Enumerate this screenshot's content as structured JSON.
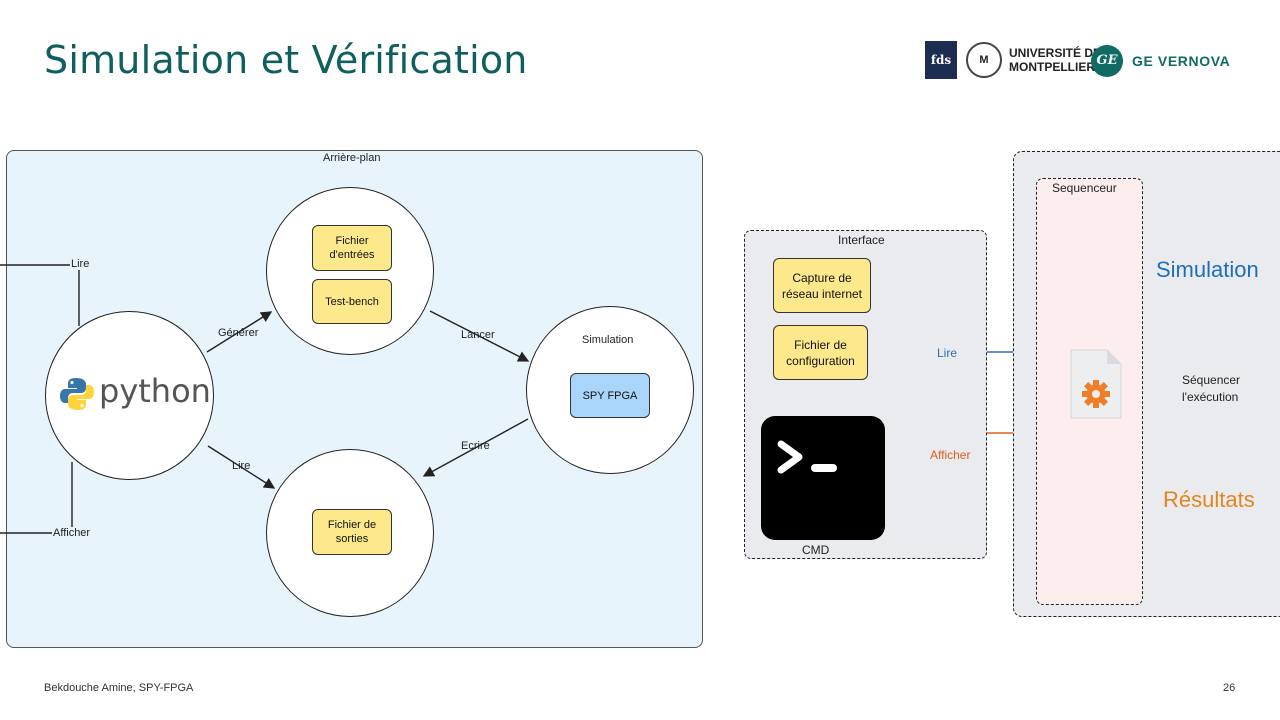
{
  "title": "Simulation et Vérification",
  "logos": {
    "fds": "fds",
    "um_line1": "UNIVERSITÉ DE",
    "um_line2": "MONTPELLIER",
    "ge_mark": "GE",
    "ge_text": "GE VERNOVA"
  },
  "left_diagram": {
    "panel_label": "Arrière-plan",
    "python_label": "python",
    "edge_lire_top": "Lire",
    "edge_afficher": "Afficher",
    "edge_generer": "Générer",
    "edge_lire_bottom": "Lire",
    "edge_lancer": "Lancer",
    "edge_ecrire": "Ecrire",
    "inputs_box1": "Fichier d'entrées",
    "inputs_box2": "Test-bench",
    "simulation_label": "Simulation",
    "spy_fpga": "SPY FPGA",
    "outputs_box": "Fichier de sorties"
  },
  "right_diagram": {
    "interface_label": "Interface",
    "capture_box": "Capture de réseau internet",
    "config_box": "Fichier de configuration",
    "edge_lire": "Lire",
    "edge_afficher": "Afficher",
    "cmd_label": "CMD",
    "sequenceur_label": "Sequenceur",
    "simulation_text": "Simulation",
    "resultats_text": "Résultats",
    "sequencer_exec": "Séquencer l'exécution"
  },
  "colors": {
    "title": "#0f5f5f",
    "blue_accent": "#1f6fb8",
    "orange_accent": "#e3861d",
    "lire_arrow": "#2f6fb5",
    "afficher_arrow": "#e0601e"
  },
  "footer": {
    "author": "Bekdouche Amine, SPY-FPGA",
    "page": "26"
  }
}
